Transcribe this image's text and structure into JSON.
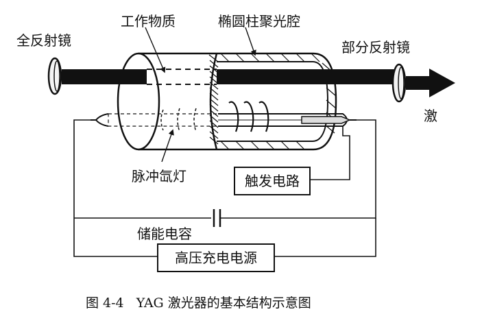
{
  "labels": {
    "full_mirror": "全反射镜",
    "work_medium": "工作物质",
    "pump_cavity": "椭圆柱聚光腔",
    "partial_mirror": "部分反射镜",
    "laser_output": "激",
    "flash_lamp": "脉冲氙灯",
    "trigger_circuit": "触发电路",
    "storage_capacitor": "储能电容",
    "hv_power_supply": "高压充电电源"
  },
  "caption": "图 4-4   YAG 激光器的基本结构示意图"
}
